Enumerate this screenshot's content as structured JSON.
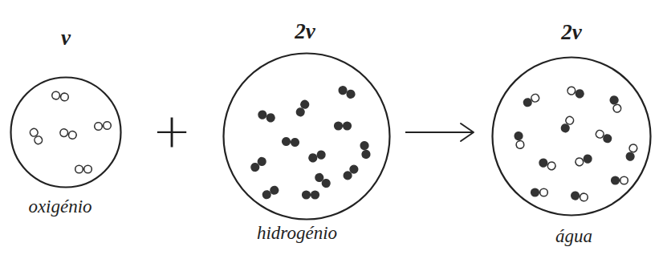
{
  "diagram": {
    "nodes": [
      {
        "text": [
          "v",
          "oxigénio"
        ]
      },
      {
        "text": [
          "2v",
          "hidrogénio"
        ]
      },
      {
        "text": [
          "2v",
          "água"
        ]
      }
    ],
    "edges": [
      {
        "from": 1,
        "to": 2,
        "arrow": "to"
      }
    ],
    "labels": [
      "+"
    ]
  }
}
